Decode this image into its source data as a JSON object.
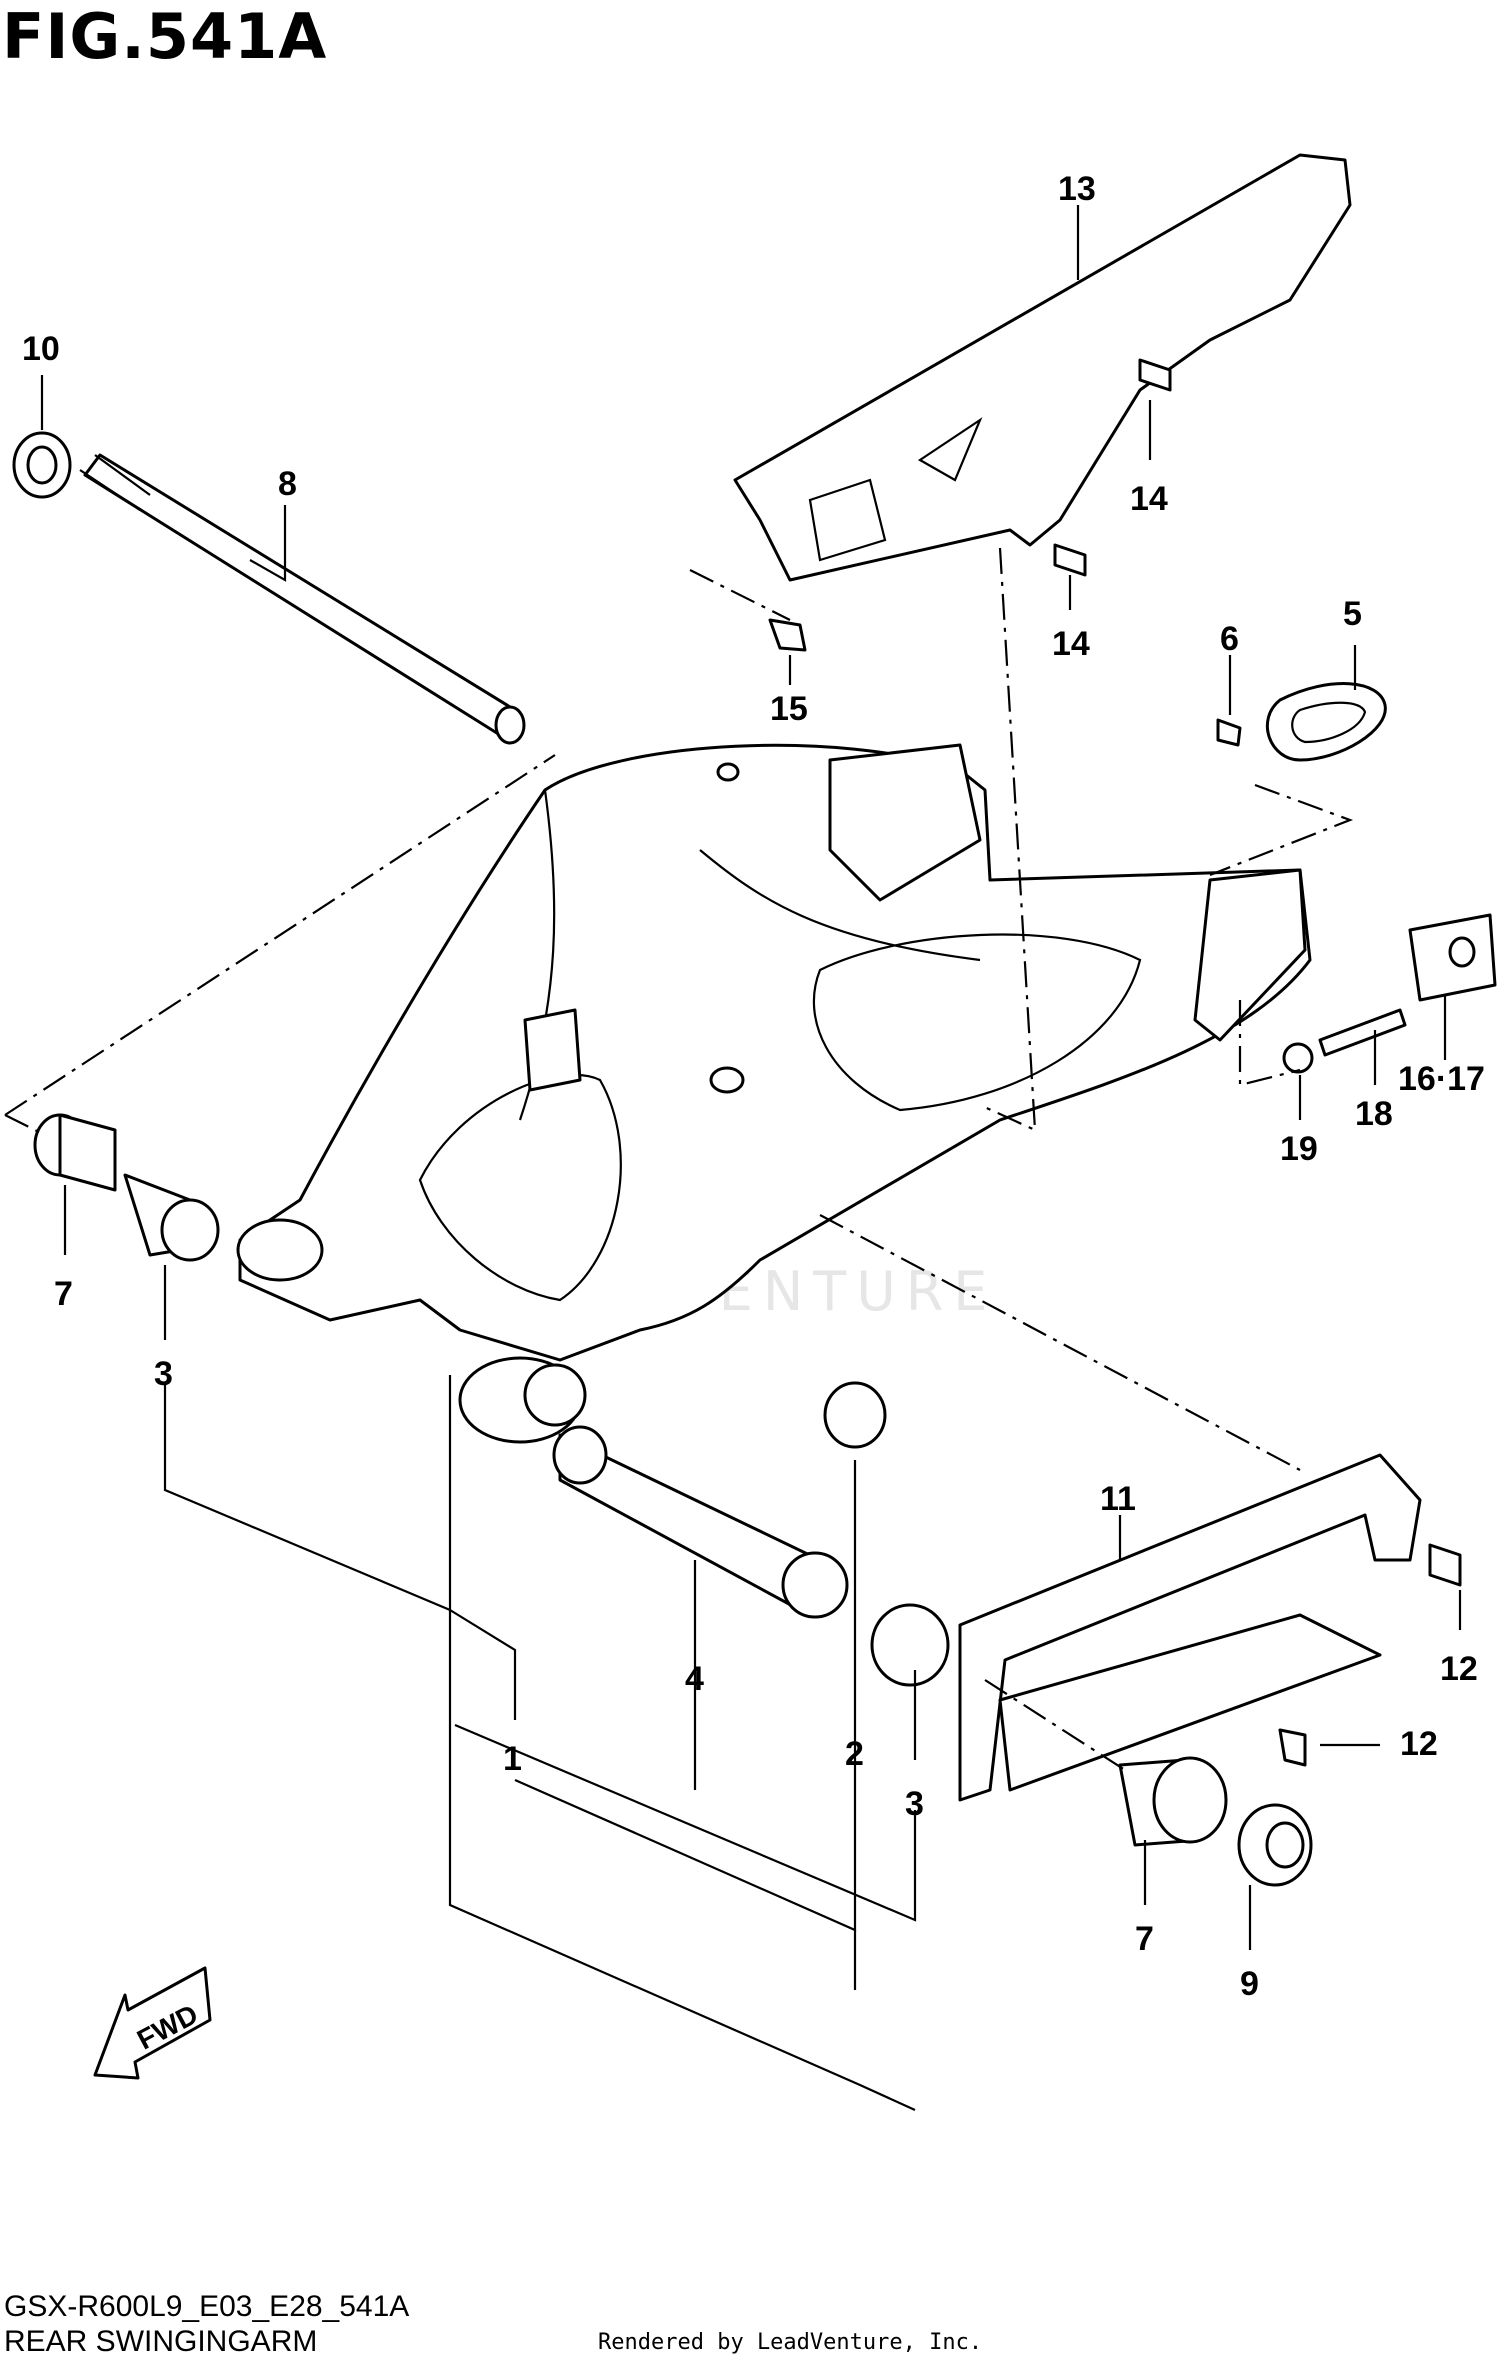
{
  "figure": {
    "title": "FIG.541A",
    "model_code": "GSX-R600L9_E03_E28_541A",
    "section_name": "REAR SWINGINGARM",
    "credit": "Rendered by LeadVenture, Inc.",
    "watermark": "LEADVENTURE",
    "fwd_label": "FWD"
  },
  "callouts": {
    "c1": "1",
    "c2": "2",
    "c3a": "3",
    "c3b": "3",
    "c4": "4",
    "c5": "5",
    "c6": "6",
    "c7a": "7",
    "c7b": "7",
    "c8": "8",
    "c9": "9",
    "c10": "10",
    "c11": "11",
    "c12a": "12",
    "c12b": "12",
    "c13": "13",
    "c14a": "14",
    "c14b": "14",
    "c15": "15",
    "c1617": "16·17",
    "c18": "18",
    "c19": "19"
  }
}
